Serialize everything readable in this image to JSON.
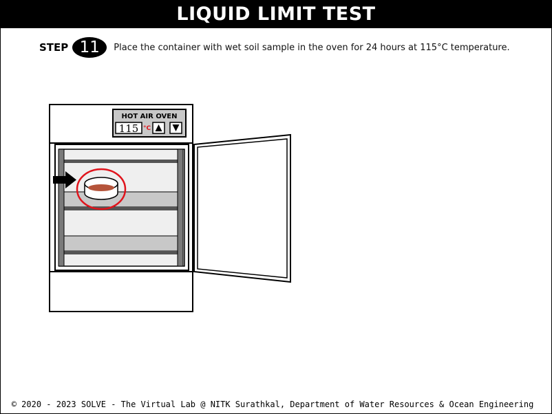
{
  "header": {
    "title": "LIQUID LIMIT TEST"
  },
  "step": {
    "label": "STEP",
    "number": "11",
    "instruction": "Place the container with wet soil sample in the oven for 24 hours at 115°C temperature."
  },
  "oven": {
    "panel_label": "HOT AIR OVEN",
    "temperature": "115",
    "unit": "°C",
    "up_icon": "triangle-up-icon",
    "down_icon": "triangle-down-icon"
  },
  "colors": {
    "soil": "#b5543a",
    "highlight": "#e0141c",
    "shelf": "#c8c8c8"
  },
  "footer": {
    "copyright": "© 2020 - 2023 SOLVE - The Virtual Lab @ NITK Surathkal, Department of Water Resources & Ocean Engineering"
  }
}
